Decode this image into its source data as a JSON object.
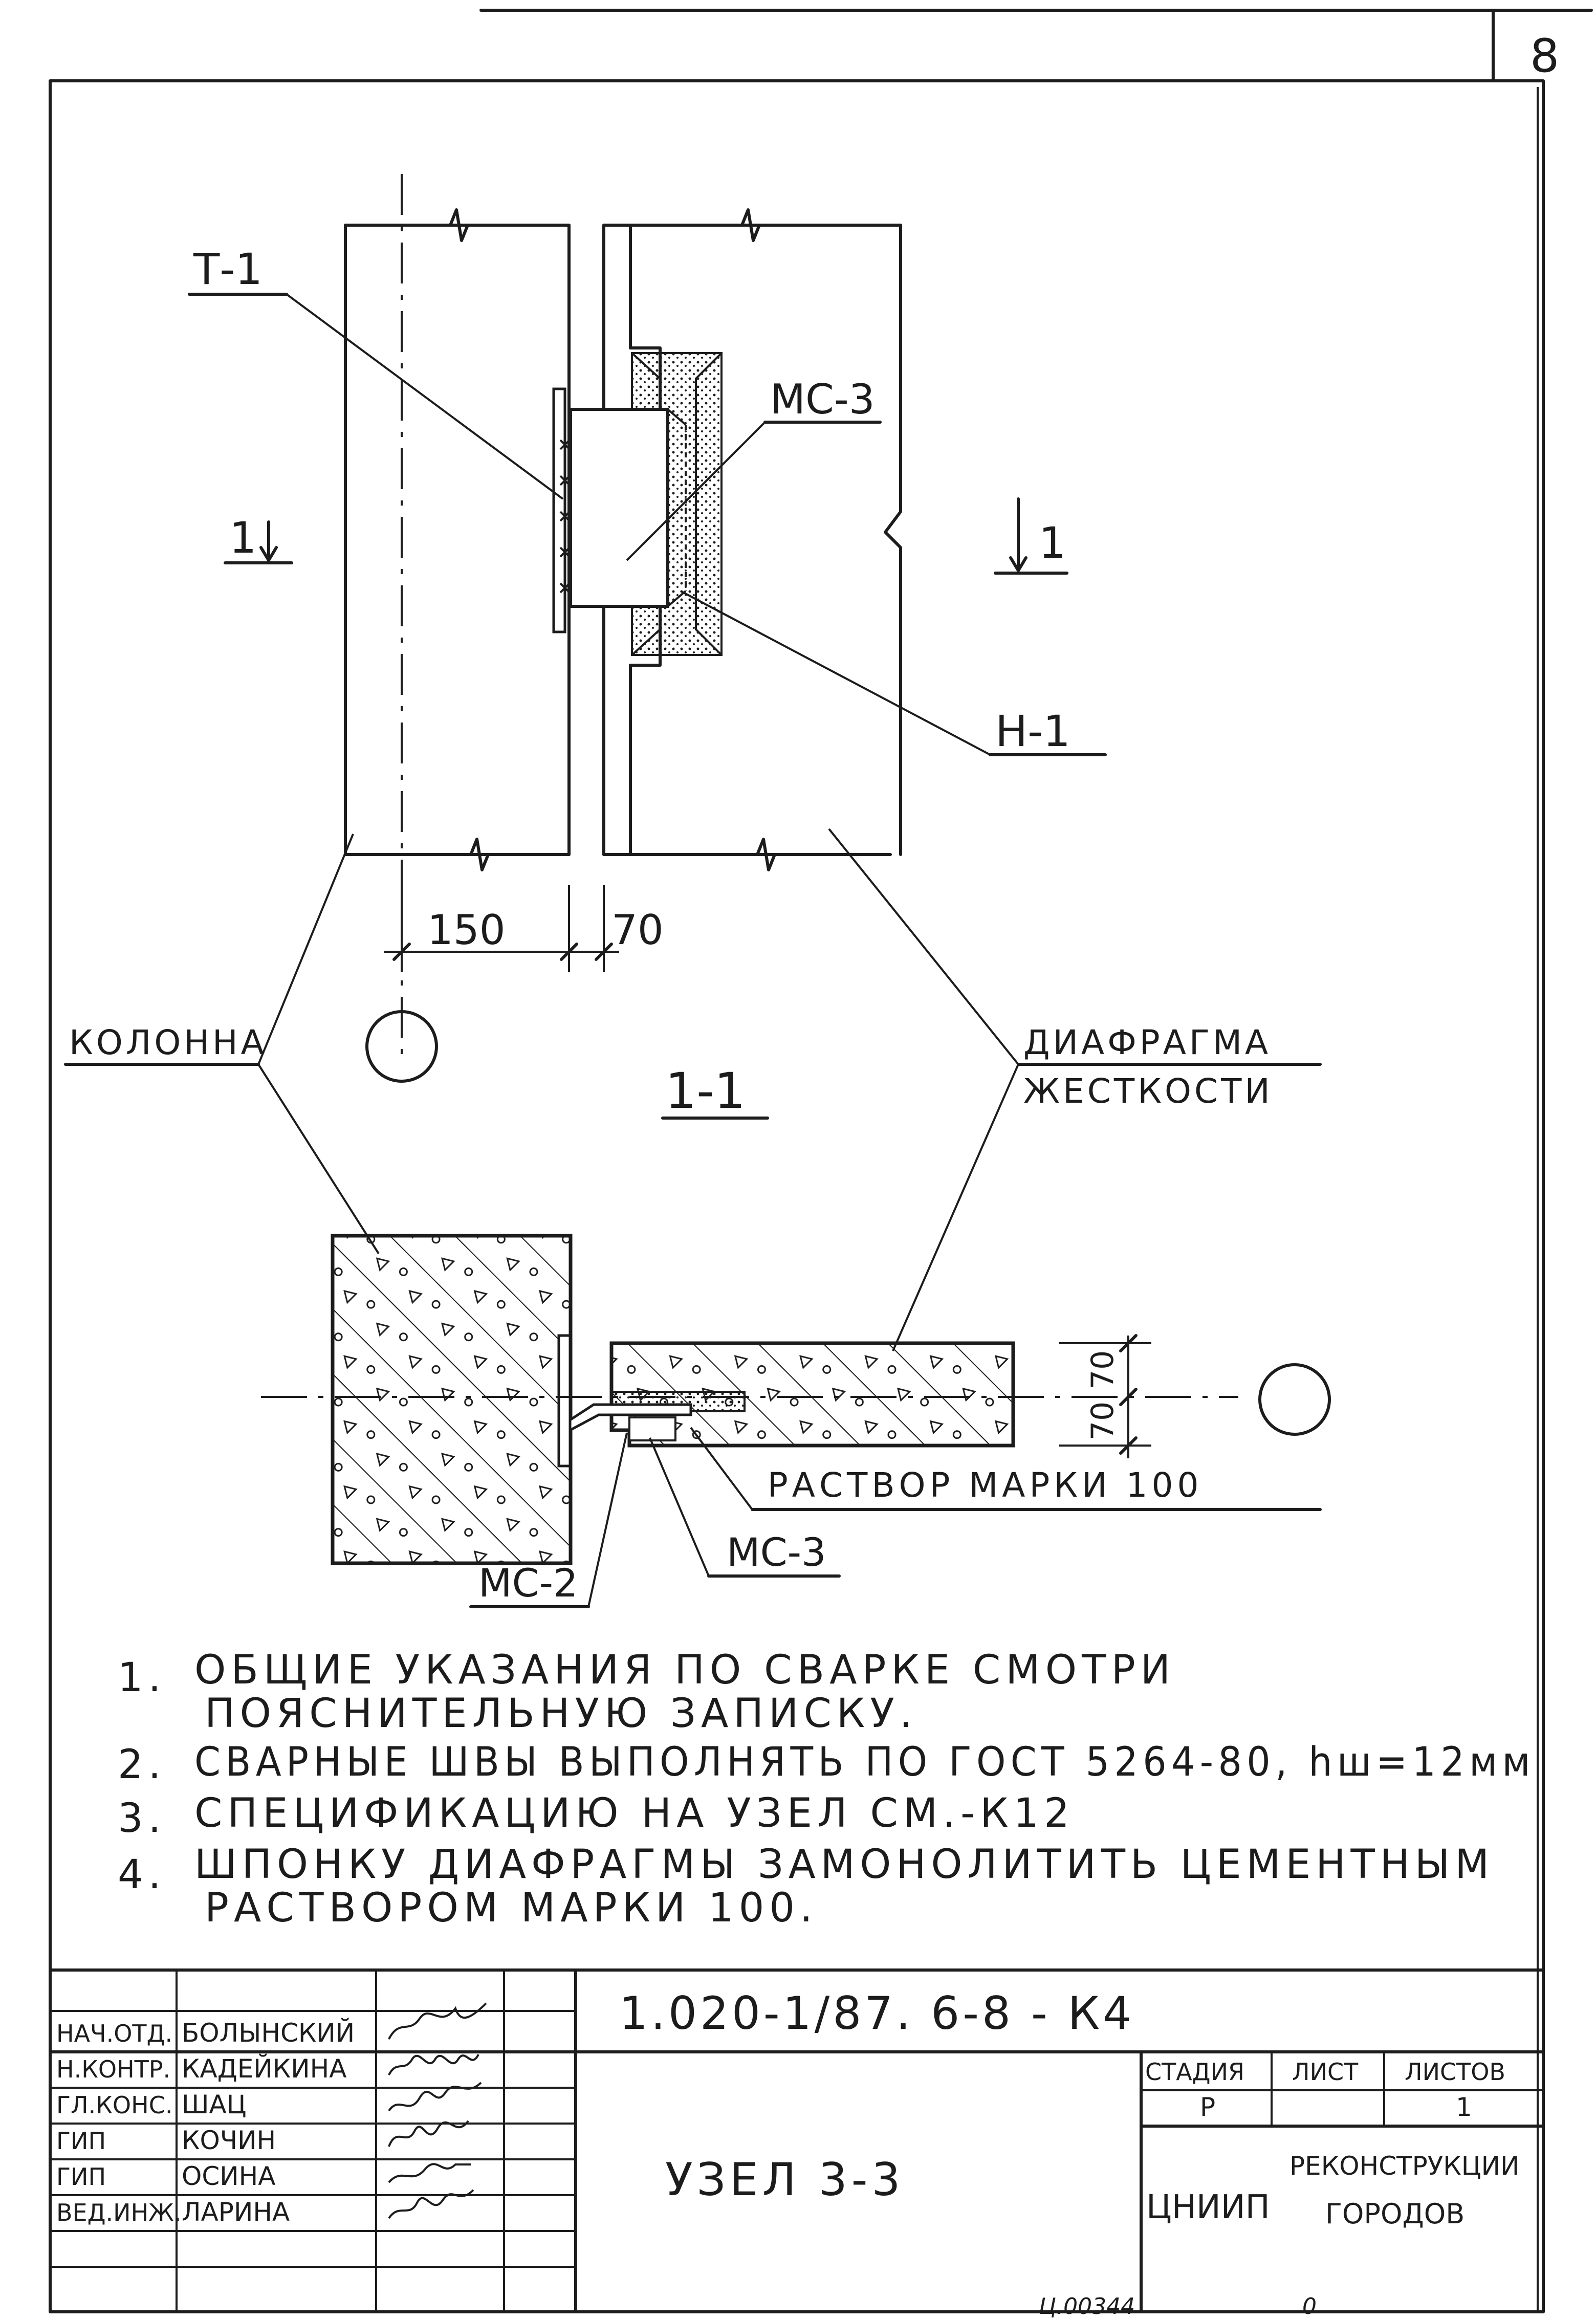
{
  "sheet_number": "8",
  "plan": {
    "labels": {
      "t1": "Т-1",
      "ms3": "МС-3",
      "n1": "Н-1",
      "section_mark_left": "1",
      "section_mark_right": "1",
      "dim_150": "150",
      "dim_70": "70",
      "column": "КОЛОННА",
      "diaphragm_line1": "ДИАФРАГМА",
      "diaphragm_line2": "ЖЕСТКОСТИ"
    }
  },
  "section": {
    "title": "1-1",
    "labels": {
      "dim_70_top": "70",
      "dim_70_bottom": "70",
      "mortar": "РАСТВОР МАРКИ 100",
      "ms3": "МС-3",
      "ms2": "МС-2"
    }
  },
  "notes": [
    {
      "num": "1.",
      "lines": [
        "ОБЩИЕ УКАЗАНИЯ ПО СВАРКЕ СМОТРИ",
        "ПОЯСНИТЕЛЬНУЮ ЗАПИСКУ."
      ]
    },
    {
      "num": "2.",
      "lines": [
        "СВАРНЫЕ ШВЫ ВЫПОЛНЯТЬ ПО ГОСТ 5264-80, hш=12мм"
      ]
    },
    {
      "num": "3.",
      "lines": [
        "СПЕЦИФИКАЦИЮ НА УЗЕЛ СМ.-К12"
      ]
    },
    {
      "num": "4.",
      "lines": [
        "ШПОНКУ ДИАФРАГМЫ ЗАМОНОЛИТИТЬ ЦЕМЕНТНЫМ",
        "РАСТВОРОМ МАРКИ 100."
      ]
    }
  ],
  "title_block": {
    "document_code": "1.020-1/87. 6-8 - К4",
    "node_title": "УЗЕЛ 3-3",
    "stage_header": "СТАДИЯ",
    "sheet_header": "ЛИСТ",
    "sheets_header": "ЛИСТОВ",
    "stage_value": "Р",
    "sheet_value": "",
    "sheets_value": "1",
    "org_short": "ЦНИИП",
    "org_line1": "РЕКОНСТРУКЦИИ",
    "org_line2": "ГОРОДОВ",
    "staff": [
      {
        "role": "НАЧ.ОТД.",
        "name": "БОЛЫНСКИЙ"
      },
      {
        "role": "Н.КОНТР.",
        "name": "КАДЕЙКИНА"
      },
      {
        "role": "ГЛ.КОНС.",
        "name": "ШАЦ"
      },
      {
        "role": "ГИП",
        "name": "КОЧИН"
      },
      {
        "role": "ГИП",
        "name": "ОСИНА"
      },
      {
        "role": "ВЕД.ИНЖ.",
        "name": "ЛАРИНА"
      }
    ]
  },
  "archive_number": "Ц.00344",
  "archive_suffix": "0"
}
